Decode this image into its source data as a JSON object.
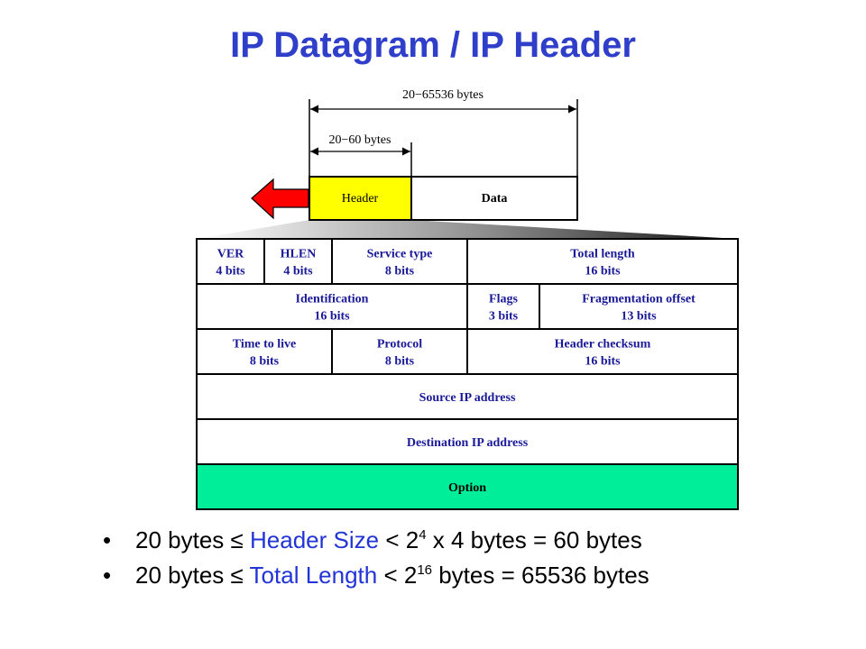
{
  "title": "IP Datagram / IP Header",
  "diagram": {
    "total_size_label": "20−65536 bytes",
    "header_size_label": "20−60 bytes",
    "header_box_label": "Header",
    "data_box_label": "Data",
    "fields": {
      "ver": [
        "VER",
        "4 bits"
      ],
      "hlen": [
        "HLEN",
        "4 bits"
      ],
      "service": [
        "Service type",
        "8 bits"
      ],
      "total_length": [
        "Total length",
        "16 bits"
      ],
      "identification": [
        "Identification",
        "16 bits"
      ],
      "flags": [
        "Flags",
        "3 bits"
      ],
      "frag_offset": [
        "Fragmentation offset",
        "13 bits"
      ],
      "ttl": [
        "Time to live",
        "8 bits"
      ],
      "protocol": [
        "Protocol",
        "8 bits"
      ],
      "checksum": [
        "Header checksum",
        "16 bits"
      ],
      "source": [
        "Source IP address"
      ],
      "destination": [
        "Destination IP address"
      ],
      "option": [
        "Option"
      ]
    },
    "colors": {
      "title": "#2f3fc9",
      "header_box": "#ffff00",
      "option_box": "#00ee99",
      "arrow": "#ff0000"
    }
  },
  "bullets": [
    {
      "prefix": "20 bytes ≤ ",
      "highlight": "Header Size",
      "mid": " < 2",
      "sup": "4",
      "suffix": " x 4 bytes = 60 bytes"
    },
    {
      "prefix": "20 bytes ≤ ",
      "highlight": "Total Length",
      "mid": " < 2",
      "sup": "16",
      "suffix": " bytes =  65536 bytes"
    }
  ]
}
